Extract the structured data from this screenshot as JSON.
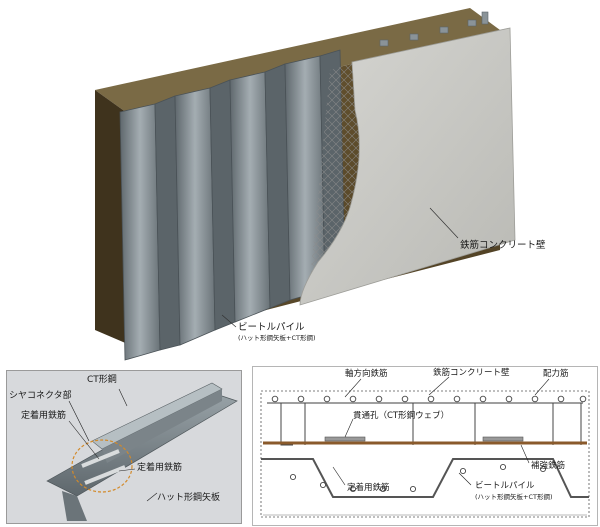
{
  "top": {
    "label_wall": "鉄筋コンクリート壁",
    "label_pile": "ビートルパイル",
    "label_pile_note": "(ハット形鋼矢板+CT形鋼)"
  },
  "inset": {
    "label_ct": "CT形鋼",
    "label_shear": "シヤコネクタ部",
    "label_anchor_top": "定着用鉄筋",
    "label_anchor_right": "定着用鉄筋",
    "label_hat": "ハット形鋼矢板"
  },
  "section": {
    "label_axial": "軸方向鉄筋",
    "label_wall": "鉄筋コンクリート壁",
    "label_dist": "配力筋",
    "label_hole": "貫通孔（CT形鋼ウェブ）",
    "label_reinf": "補強鉄筋",
    "label_anchor": "定着用鉄筋",
    "label_pile": "ビートルパイル",
    "label_pile_note": "(ハット形鋼矢板+CT形鋼)"
  },
  "colors": {
    "soil": "#5e4d2e",
    "concrete": "#c9c9c5",
    "steel": "#7d878d",
    "rebar": "#8a5a2b"
  }
}
